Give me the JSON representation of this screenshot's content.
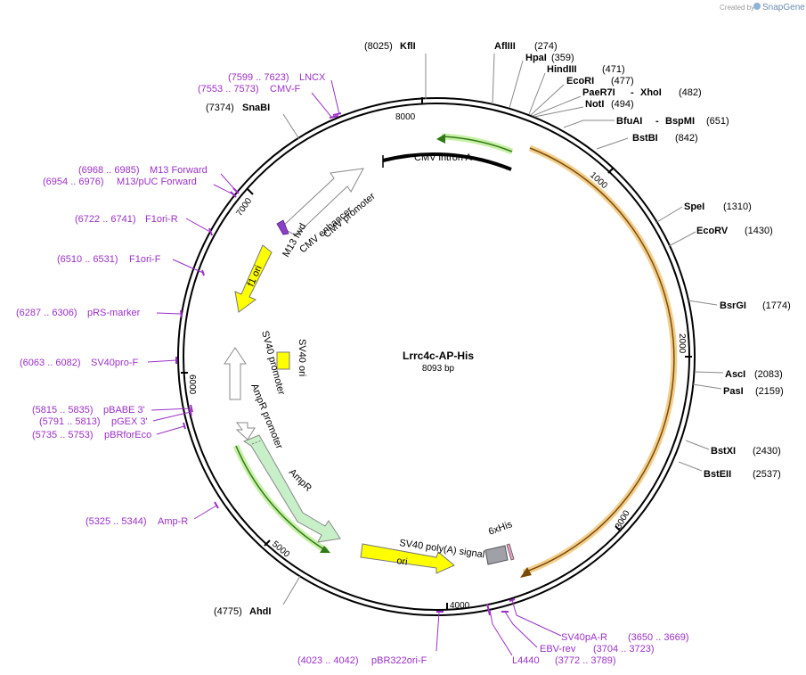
{
  "credit": {
    "prefix": "Created by",
    "brand": "SnapGene"
  },
  "plasmid": {
    "name": "Lrrc4c-AP-His",
    "size": "8093 bp"
  },
  "ticks": [
    "1000",
    "2000",
    "3000",
    "4000",
    "5000",
    "6000",
    "7000",
    "8000"
  ],
  "sites": [
    {
      "pos": "(8025)",
      "name": "KflI"
    },
    {
      "name": "AflIII",
      "pos": "(274)"
    },
    {
      "name": "HpaI",
      "pos": "(359)"
    },
    {
      "name": "HindIII",
      "pos": "(471)"
    },
    {
      "name": "EcoRI",
      "pos": "(477)"
    },
    {
      "name": "PaeR7I",
      "name2": "XhoI",
      "pos": "(482)"
    },
    {
      "name": "NotI",
      "pos": "(494)"
    },
    {
      "name": "BfuAI",
      "name2": "BspMI",
      "pos": "(651)"
    },
    {
      "name": "BstBI",
      "pos": "(842)"
    },
    {
      "name": "SpeI",
      "pos": "(1310)"
    },
    {
      "name": "EcoRV",
      "pos": "(1430)"
    },
    {
      "name": "BsrGI",
      "pos": "(1774)"
    },
    {
      "name": "AscI",
      "pos": "(2083)"
    },
    {
      "name": "PasI",
      "pos": "(2159)"
    },
    {
      "name": "BstXI",
      "pos": "(2430)"
    },
    {
      "name": "BstEII",
      "pos": "(2537)"
    },
    {
      "pos": "(4775)",
      "name": "AhdI"
    },
    {
      "pos": "(7374)",
      "name": "SnaBI"
    }
  ],
  "primers": [
    {
      "range": "(7599 .. 7623)",
      "name": "LNCX"
    },
    {
      "range": "(7553 .. 7573)",
      "name": "CMV-F"
    },
    {
      "range": "(6968 .. 6985)",
      "name": "M13 Forward"
    },
    {
      "range": "(6954 .. 6976)",
      "name": "M13/pUC Forward"
    },
    {
      "range": "(6722 .. 6741)",
      "name": "F1ori-R"
    },
    {
      "range": "(6510 .. 6531)",
      "name": "F1ori-F"
    },
    {
      "range": "(6287 .. 6306)",
      "name": "pRS-marker"
    },
    {
      "range": "(6063 .. 6082)",
      "name": "SV40pro-F"
    },
    {
      "range": "(5815 .. 5835)",
      "name": "pBABE 3'"
    },
    {
      "range": "(5791 .. 5813)",
      "name": "pGEX 3'"
    },
    {
      "range": "(5735 .. 5753)",
      "name": "pBRforEco"
    },
    {
      "range": "(5325 .. 5344)",
      "name": "Amp-R"
    },
    {
      "range": "(4023 .. 4042)",
      "name": "pBR322ori-F"
    },
    {
      "name": "SV40pA-R",
      "range": "(3650 .. 3669)"
    },
    {
      "name": "EBV-rev",
      "range": "(3704 .. 3723)"
    },
    {
      "name": "L4440",
      "range": "(3772 .. 3789)"
    }
  ],
  "features": {
    "cmv_intron": "CMV intron A",
    "cmv_promoter": "CMV promoter",
    "cmv_enhancer": "CMV enhancer",
    "m13_fwd": "M13 fwd",
    "f1_ori": "f1 ori",
    "sv40_ori": "SV40 ori",
    "sv40_promoter": "SV40 promoter",
    "ampr_promoter": "AmpR promoter",
    "ampr": "AmpR",
    "sv40_polya": "SV40 poly(A) signal",
    "ori": "ori",
    "his_tag": "6xHis"
  },
  "colors": {
    "primer": "#9b30c8",
    "orf_green": "#3a8a1f",
    "orf_orange": "#c8781e",
    "yellow": "#ffff00",
    "pale_green": "#c8f0c8",
    "grey_box": "#a0a0a8"
  }
}
